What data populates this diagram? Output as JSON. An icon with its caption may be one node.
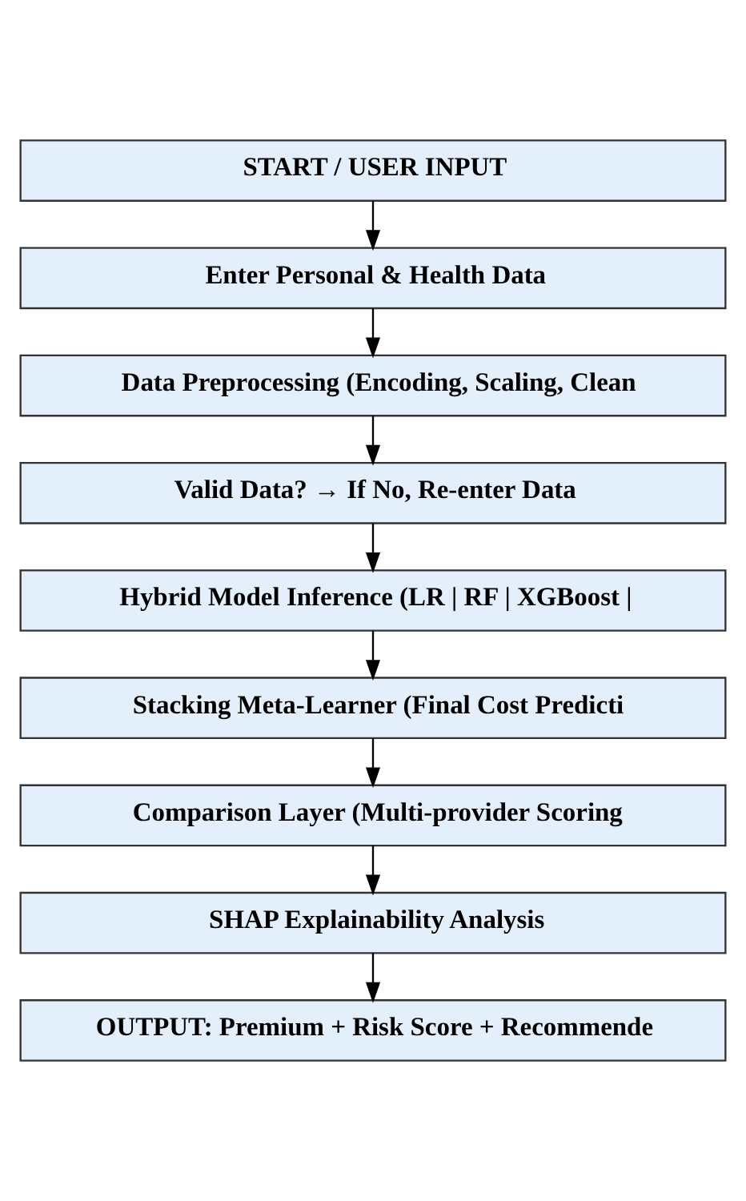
{
  "diagram": {
    "nodes": [
      {
        "text": [
          "START / USER INPUT"
        ]
      },
      {
        "text": [
          "Enter Personal & Health Data"
        ]
      },
      {
        "text": [
          "Data Preprocessing (Encoding, Scaling, Clean"
        ]
      },
      {
        "text": [
          "Valid Data? → If No, Re-enter Data"
        ]
      },
      {
        "text": [
          "Hybrid Model Inference (LR | RF | XGBoost |"
        ]
      },
      {
        "text": [
          "Stacking Meta-Learner (Final Cost Predicti"
        ]
      },
      {
        "text": [
          "Comparison Layer (Multi-provider Scoring"
        ]
      },
      {
        "text": [
          "SHAP Explainability Analysis"
        ]
      },
      {
        "text": [
          "OUTPUT: Premium + Risk Score + Recommende"
        ]
      }
    ],
    "edges": [
      {
        "from": 0,
        "to": 1,
        "arrow": "to"
      },
      {
        "from": 1,
        "to": 2,
        "arrow": "to"
      },
      {
        "from": 2,
        "to": 3,
        "arrow": "to"
      },
      {
        "from": 3,
        "to": 4,
        "arrow": "to"
      },
      {
        "from": 4,
        "to": 5,
        "arrow": "to"
      },
      {
        "from": 5,
        "to": 6,
        "arrow": "to"
      },
      {
        "from": 6,
        "to": 7,
        "arrow": "to"
      },
      {
        "from": 7,
        "to": 8,
        "arrow": "to"
      }
    ]
  }
}
